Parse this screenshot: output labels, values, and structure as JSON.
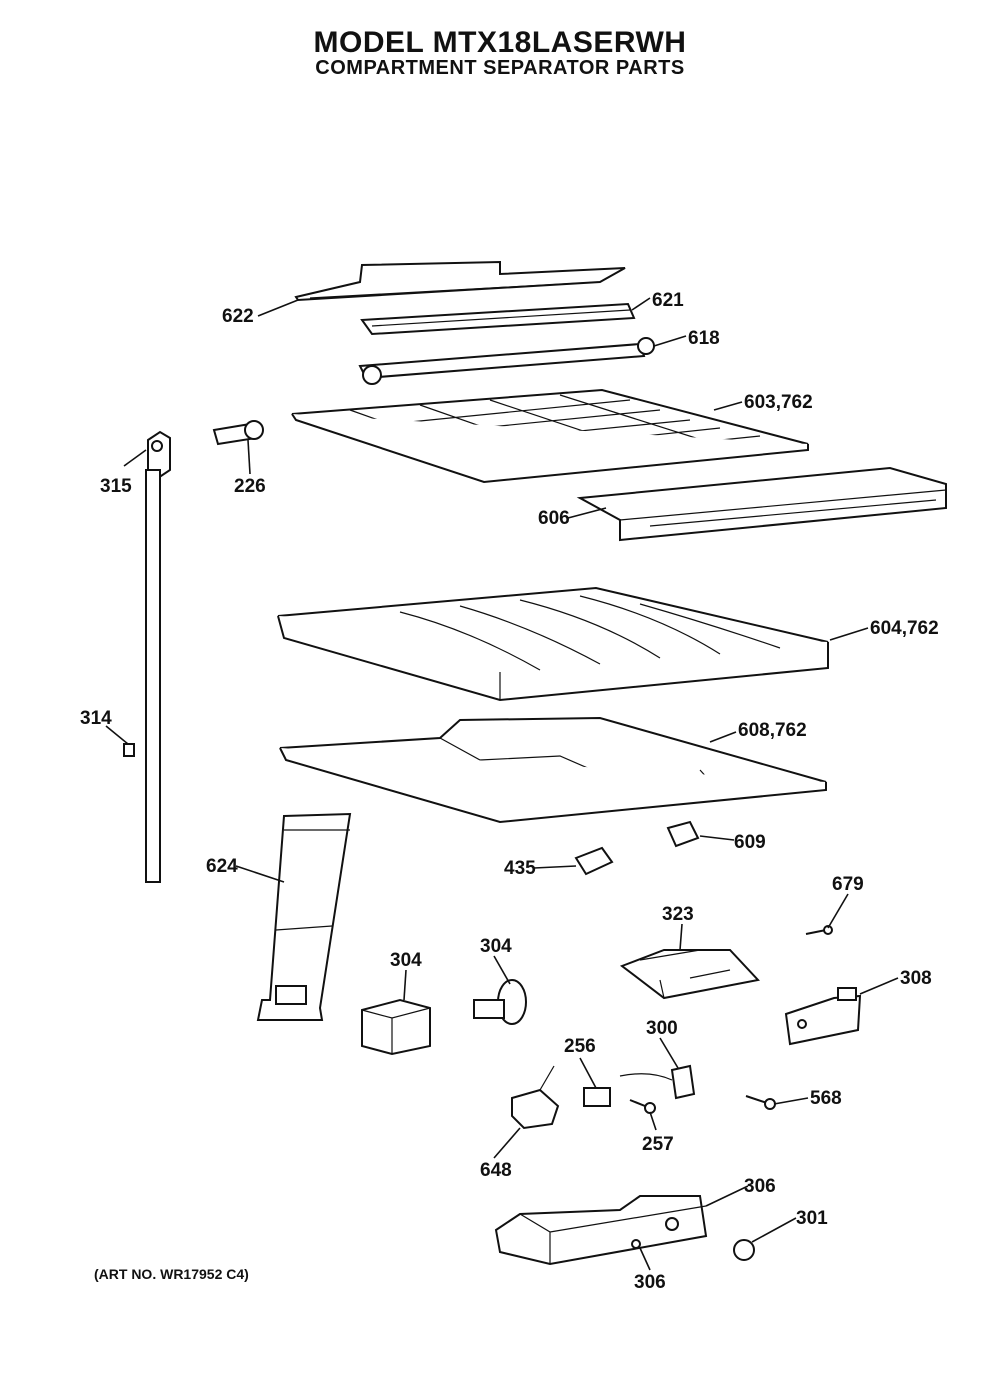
{
  "header": {
    "model": "MODEL MTX18LASERWH",
    "subtitle": "COMPARTMENT SEPARATOR PARTS"
  },
  "footer": {
    "art_no": "(ART NO. WR17952 C4)"
  },
  "callouts": {
    "p622": "622",
    "p621": "621",
    "p618": "618",
    "p603": "603,762",
    "p315": "315",
    "p226": "226",
    "p606": "606",
    "p604": "604,762",
    "p314": "314",
    "p608": "608,762",
    "p609": "609",
    "p435": "435",
    "p624": "624",
    "p679": "679",
    "p323": "323",
    "p304a": "304",
    "p304b": "304",
    "p308": "308",
    "p300": "300",
    "p256": "256",
    "p568": "568",
    "p257": "257",
    "p648": "648",
    "p306a": "306",
    "p301": "301",
    "p306b": "306"
  }
}
